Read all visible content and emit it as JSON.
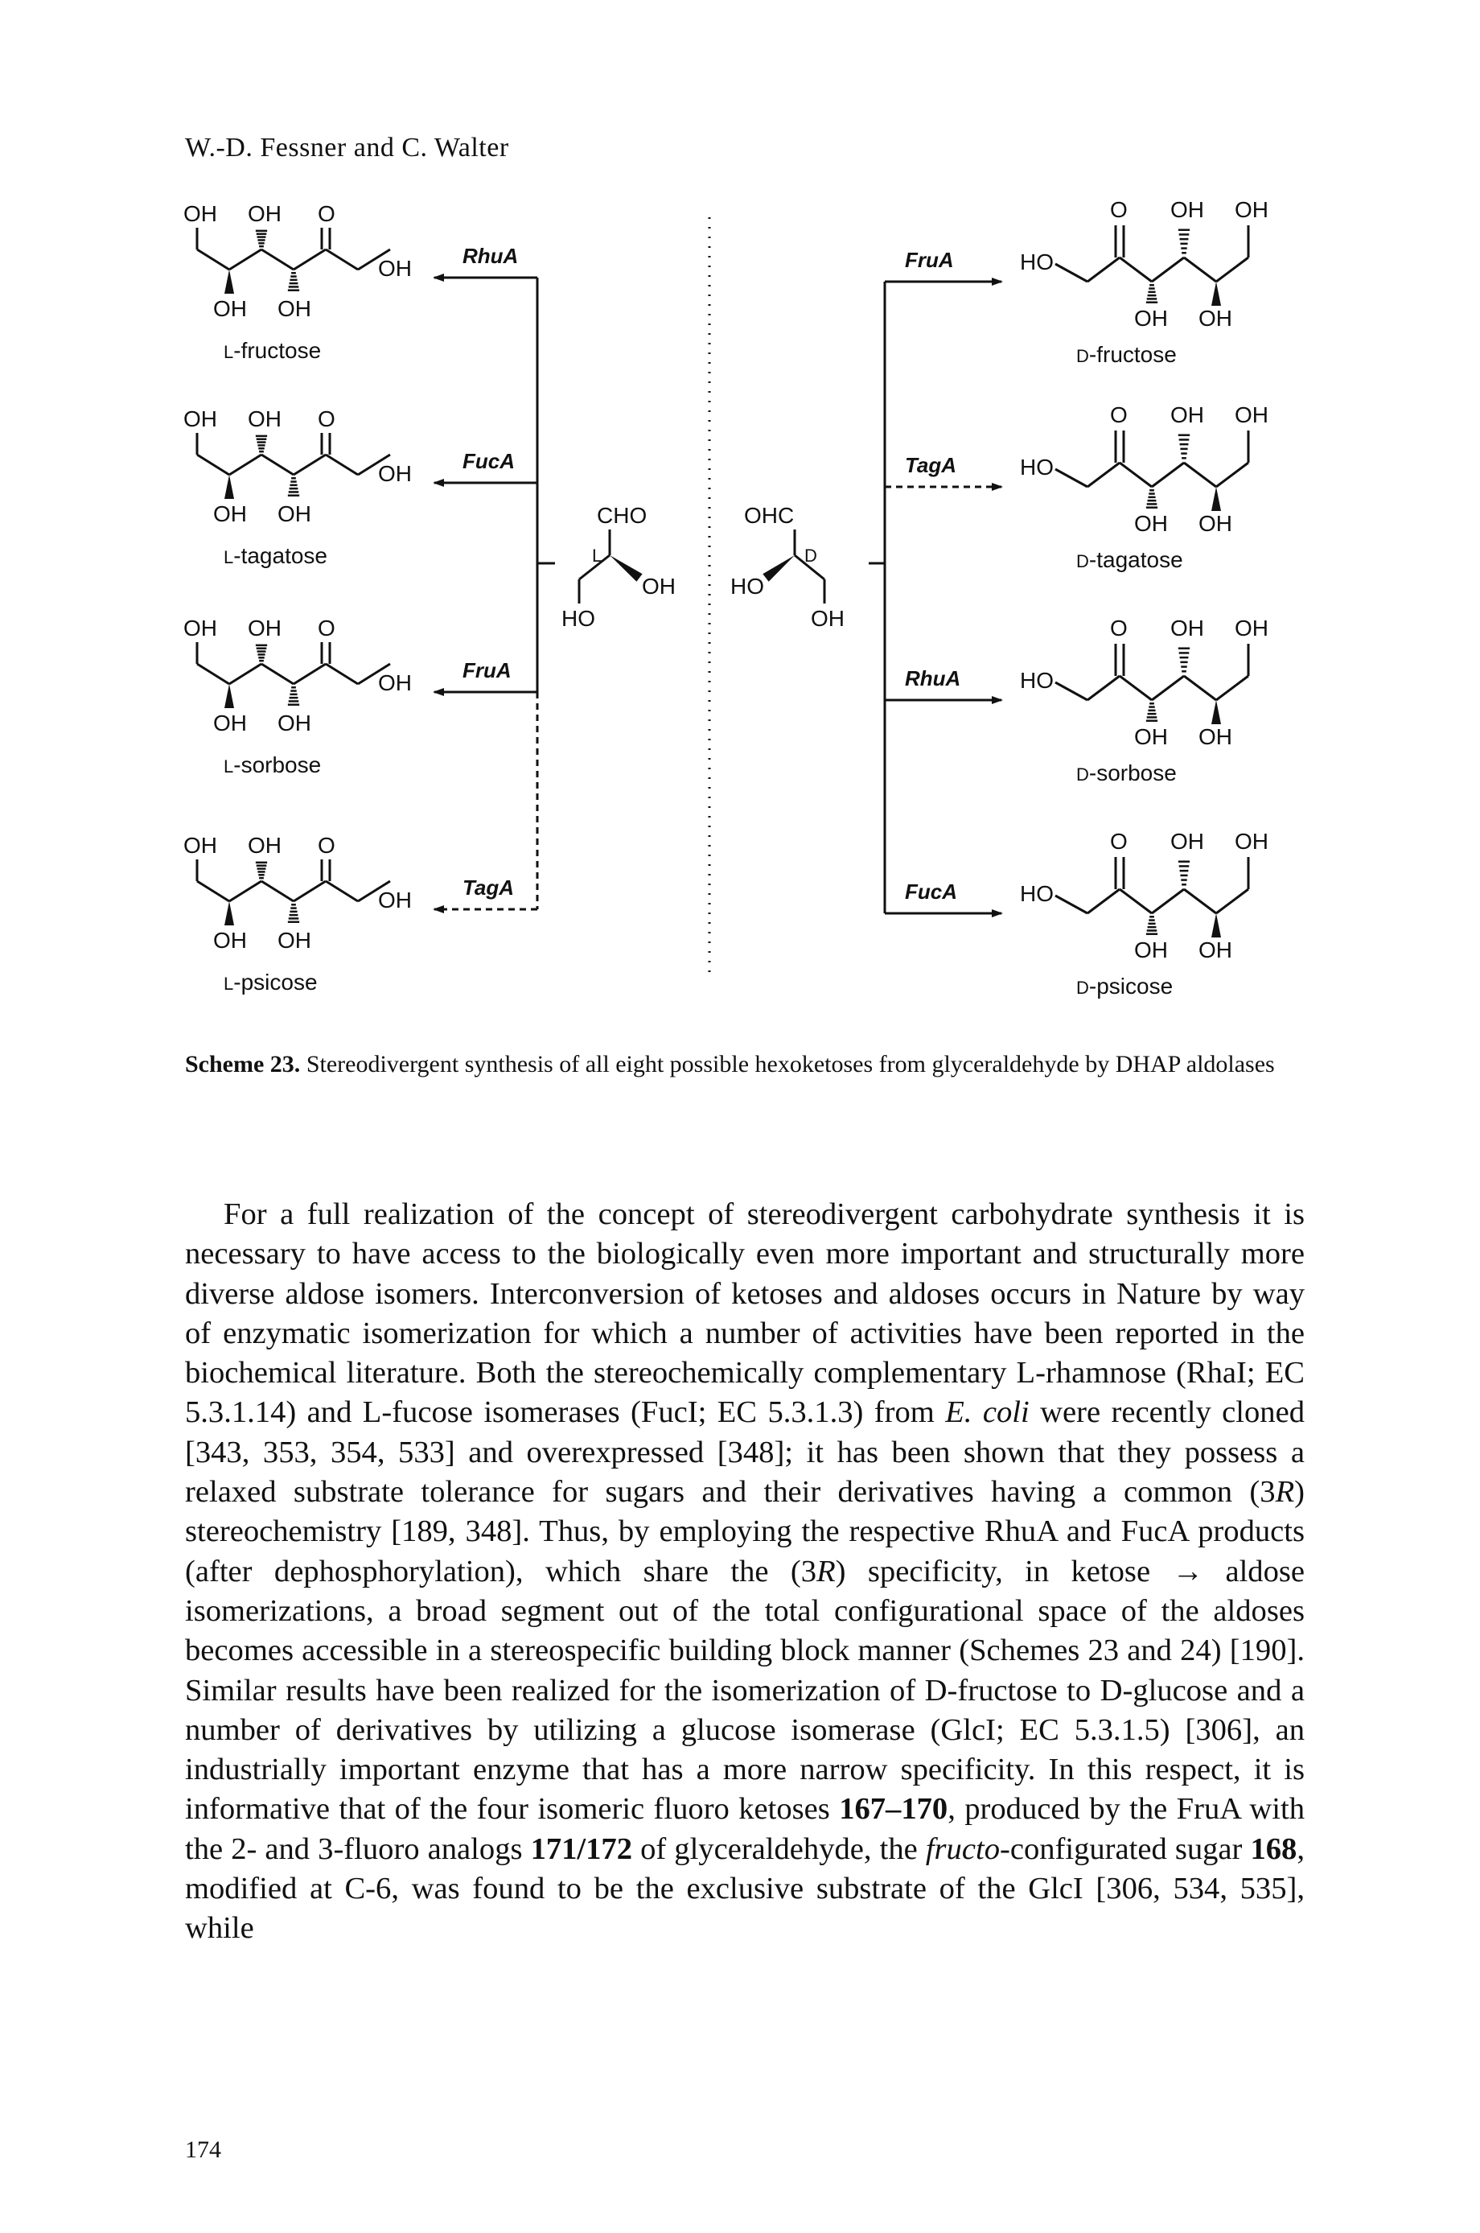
{
  "header": "W.-D. Fessner and C. Walter",
  "scheme": {
    "left_column": [
      {
        "name": "L-fructose",
        "enzyme": "RhuA",
        "dashed": false
      },
      {
        "name": "L-tagatose",
        "enzyme": "FucA",
        "dashed": false
      },
      {
        "name": "L-sorbose",
        "enzyme": "FruA",
        "dashed": false
      },
      {
        "name": "L-psicose",
        "enzyme": "TagA",
        "dashed": true
      }
    ],
    "right_column": [
      {
        "name": "D-fructose",
        "enzyme": "FruA",
        "dashed": false
      },
      {
        "name": "D-tagatose",
        "enzyme": "TagA",
        "dashed": true
      },
      {
        "name": "D-sorbose",
        "enzyme": "RhuA",
        "dashed": false
      },
      {
        "name": "D-psicose",
        "enzyme": "FucA",
        "dashed": false
      }
    ],
    "center": {
      "l_aldehyde_top": "CHO",
      "l_aldehyde_oh": "OH",
      "l_aldehyde_ho": "HO",
      "l_label": "L",
      "d_aldehyde_top": "OHC",
      "d_aldehyde_ho": "HO",
      "d_aldehyde_oh": "OH",
      "d_label": "D"
    },
    "labels": {
      "oh": "OH",
      "ho": "HO",
      "o": "O"
    }
  },
  "caption": {
    "label": "Scheme 23.",
    "text": " Stereodivergent synthesis of all eight possible hexoketoses from glyceraldehyde by DHAP aldolases"
  },
  "body": {
    "segments": [
      "For a full realization of the concept of stereodivergent carbohydrate synthesis it is necessary to have access to the biologically even more important and structurally more diverse aldose isomers. Interconversion of ketoses and aldoses occurs in Nature by way of enzymatic isomerization for which a number of activities have been reported in the biochemical literature. Both the stereochemically complementary ",
      "L",
      "-rhamnose (RhaI; EC 5.3.1.14) and ",
      "L",
      "-fucose isomerases (FucI; EC 5.3.1.3) from ",
      "E. coli",
      " were recently cloned [343, 353, 354, 533] and overexpressed [348]; it has been shown that they possess a relaxed substrate tolerance for sugars and their derivatives having a common (3",
      "R",
      ") stereochemistry [189, 348]. Thus, by employing the respective RhuA and FucA products (after dephosphorylation), which share the (3",
      "R",
      ") specificity, in ketose → aldose isomerizations, a broad segment out of the total configurational space of the aldoses becomes accessible in a stereospecific building block manner (Schemes 23 and 24) [190]. Similar results have been realized for the isomerization of ",
      "D",
      "-fructose to ",
      "D",
      "-glucose and a number of derivatives by utilizing a glucose isomerase (GlcI; EC 5.3.1.5) [306], an industrially important enzyme that has a more narrow specificity. In this respect, it is informative that of the four isomeric fluoro ketoses ",
      "167–170",
      ", produced by the FruA with the 2- and 3-fluoro analogs ",
      "171/172",
      " of glyceraldehyde, the ",
      "fructo",
      "-configurated sugar ",
      "168",
      ", modified at C-6, was found to be the exclusive substrate of the GlcI [306, 534, 535], while"
    ]
  },
  "page_number": "174"
}
